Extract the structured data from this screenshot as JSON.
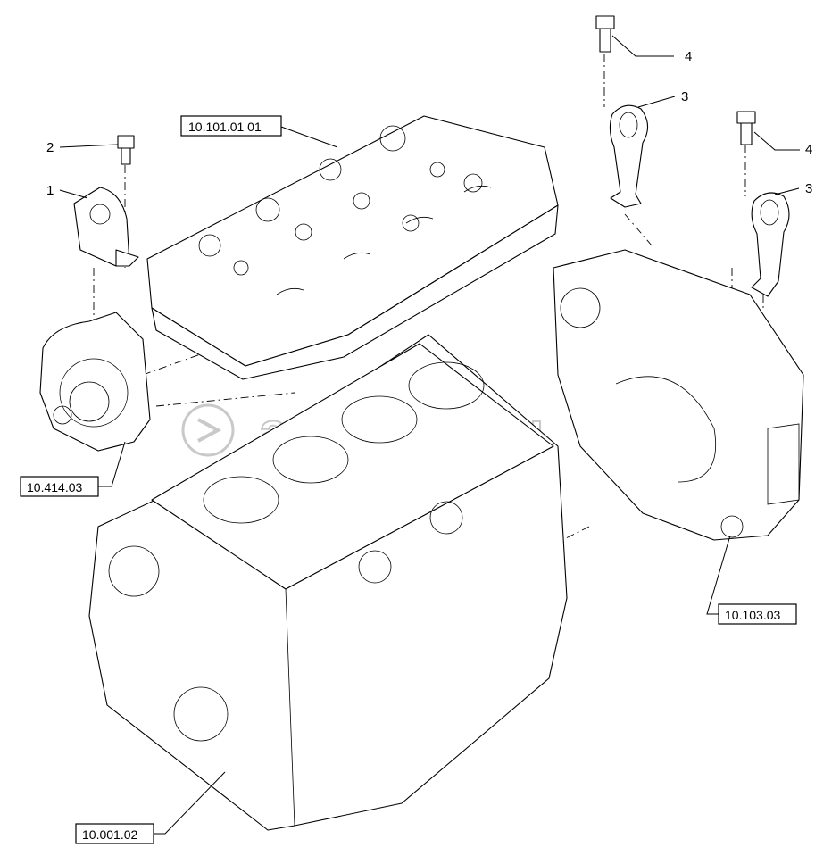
{
  "callouts": [
    {
      "id": "c1",
      "label": "1"
    },
    {
      "id": "c2",
      "label": "2"
    },
    {
      "id": "c3a",
      "label": "3"
    },
    {
      "id": "c3b",
      "label": "3"
    },
    {
      "id": "c4a",
      "label": "4"
    },
    {
      "id": "c4b",
      "label": "4"
    }
  ],
  "references": {
    "cylinder_head": "10.101.01 01",
    "water_pump": "10.414.03",
    "flywheel_housing": "10.103.03",
    "engine_block": "10.001.02"
  },
  "watermark": "autopiter.ru"
}
